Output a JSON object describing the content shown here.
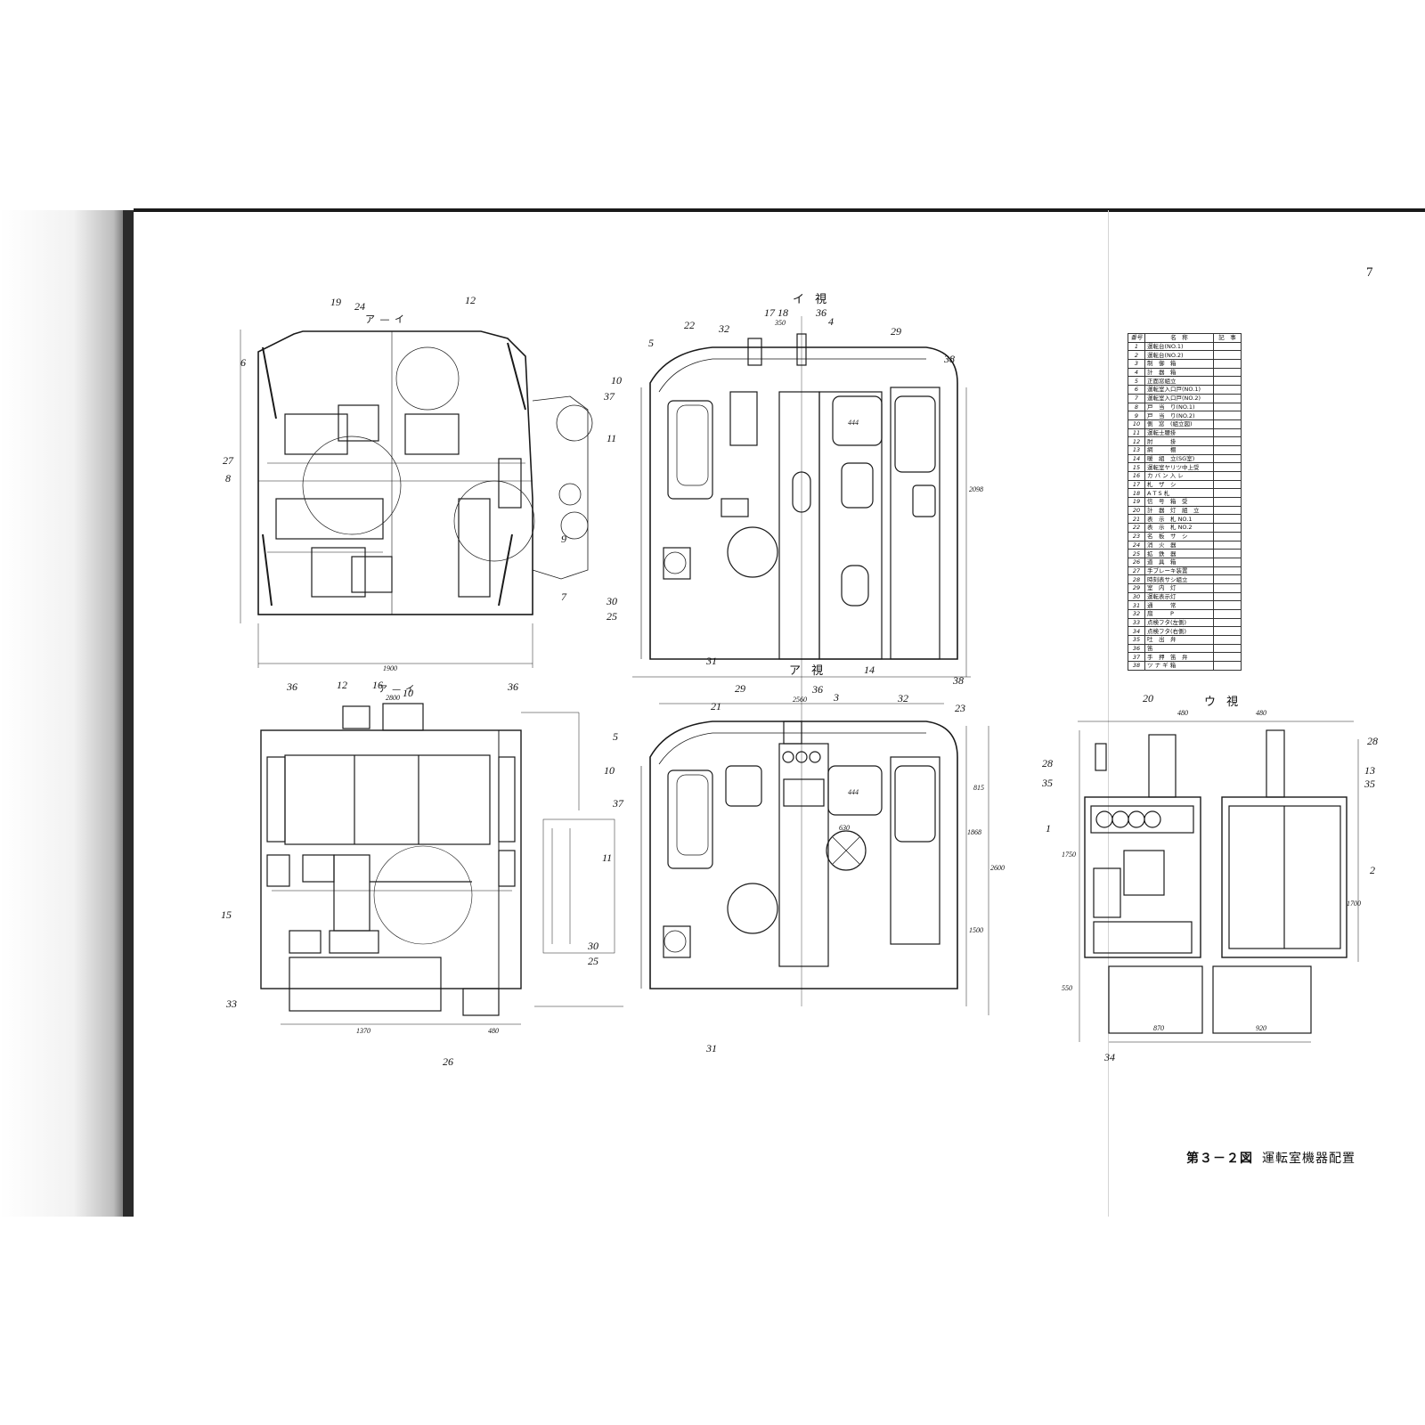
{
  "page": {
    "number": "7"
  },
  "caption": {
    "figure": "第３－２図",
    "title": "運転室機器配置"
  },
  "views": {
    "i": "イ 視",
    "a": "ア 視",
    "u": "ウ 視"
  },
  "section_marks": {
    "aa": "ア — イ",
    "aa_bottom": "ア — イ"
  },
  "legend": {
    "headers": [
      "番号",
      "名　称",
      "記　事"
    ],
    "rows": [
      {
        "no": "1",
        "name": "運転台(NO.1)"
      },
      {
        "no": "2",
        "name": "運転台(NO.2)"
      },
      {
        "no": "3",
        "name": "制　御　箱"
      },
      {
        "no": "4",
        "name": "計　器　箱"
      },
      {
        "no": "5",
        "name": "正面窓組立"
      },
      {
        "no": "6",
        "name": "運転室入口戸(NO.1)"
      },
      {
        "no": "7",
        "name": "運転室入口戸(NO.2)"
      },
      {
        "no": "8",
        "name": "戸　当　り(NO.1)"
      },
      {
        "no": "9",
        "name": "戸　当　り(NO.2)"
      },
      {
        "no": "10",
        "name": "側　窓　(組立図)"
      },
      {
        "no": "11",
        "name": "運転士腰掛"
      },
      {
        "no": "12",
        "name": "肘　　　掛"
      },
      {
        "no": "13",
        "name": "網　　　棚"
      },
      {
        "no": "14",
        "name": "暖　組　立(SG室)"
      },
      {
        "no": "15",
        "name": "運転室ヤリツ中上受"
      },
      {
        "no": "16",
        "name": "カ バ ン 入 レ"
      },
      {
        "no": "17",
        "name": "札　ザ　シ"
      },
      {
        "no": "18",
        "name": "A T S 札"
      },
      {
        "no": "19",
        "name": "信　号　箱　受"
      },
      {
        "no": "20",
        "name": "計　器　灯　組　立"
      },
      {
        "no": "21",
        "name": "表　示　札 NO.1"
      },
      {
        "no": "22",
        "name": "表　示　札 NO.2"
      },
      {
        "no": "23",
        "name": "名　板　サ　シ"
      },
      {
        "no": "24",
        "name": "消　火　器"
      },
      {
        "no": "25",
        "name": "拡　鉄　器"
      },
      {
        "no": "26",
        "name": "道　具　箱"
      },
      {
        "no": "27",
        "name": "手ブレーキ装置"
      },
      {
        "no": "28",
        "name": "時刻表サシ組立"
      },
      {
        "no": "29",
        "name": "室　内　灯"
      },
      {
        "no": "30",
        "name": "運転表示灯"
      },
      {
        "no": "31",
        "name": "通　　　常"
      },
      {
        "no": "32",
        "name": "扇　　　P"
      },
      {
        "no": "33",
        "name": "点検フタ(左側)"
      },
      {
        "no": "34",
        "name": "点検フタ(右側)"
      },
      {
        "no": "35",
        "name": "吐　出　弁"
      },
      {
        "no": "36",
        "name": "笛"
      },
      {
        "no": "37",
        "name": "手　押　笛　弁"
      },
      {
        "no": "38",
        "name": "ツ ナ ギ 箱"
      }
    ]
  },
  "callouts": {
    "c19": "19",
    "c24": "24",
    "c12a": "12",
    "c6": "6",
    "c27": "27",
    "c8": "8",
    "c7": "7",
    "c9": "9",
    "c12b": "12",
    "c16": "16",
    "c36a": "36",
    "c10a": "10",
    "c36b": "36",
    "c15": "15",
    "c33": "33",
    "c26": "26",
    "c17": "17",
    "c18": "18",
    "c36c": "36",
    "c4": "4",
    "c22": "22",
    "c32a": "32",
    "c5a": "5",
    "c10b": "10",
    "c37a": "37",
    "c11a": "11",
    "c30a": "30",
    "c25a": "25",
    "c31a": "31",
    "c29a": "29",
    "c38a": "38",
    "c14": "14",
    "c21": "21",
    "c29b": "29",
    "c36d": "36",
    "c3": "3",
    "c32b": "32",
    "c38b": "38",
    "c23": "23",
    "c5b": "5",
    "c10c": "10",
    "c37b": "37",
    "c11b": "11",
    "c30b": "30",
    "c25b": "25",
    "c31b": "31",
    "c20": "20",
    "c28a": "28",
    "c35a": "35",
    "c1": "1",
    "c34": "34",
    "c28b": "28",
    "c13": "13",
    "c35b": "35",
    "c2": "2"
  },
  "dimensions": {
    "d1900": "1900",
    "d2800": "2800",
    "d1370": "1370",
    "d480a": "480",
    "d2560": "2560",
    "d2600": "2600",
    "d815": "815",
    "d1868": "1868",
    "d1500": "1500",
    "d2098": "2098",
    "d444a": "444",
    "d444b": "444",
    "d630": "630",
    "d350": "350",
    "d870": "870",
    "d920": "920",
    "d480b": "480",
    "d480c": "480",
    "d1750": "1750",
    "d1700": "1700",
    "d550": "550"
  }
}
